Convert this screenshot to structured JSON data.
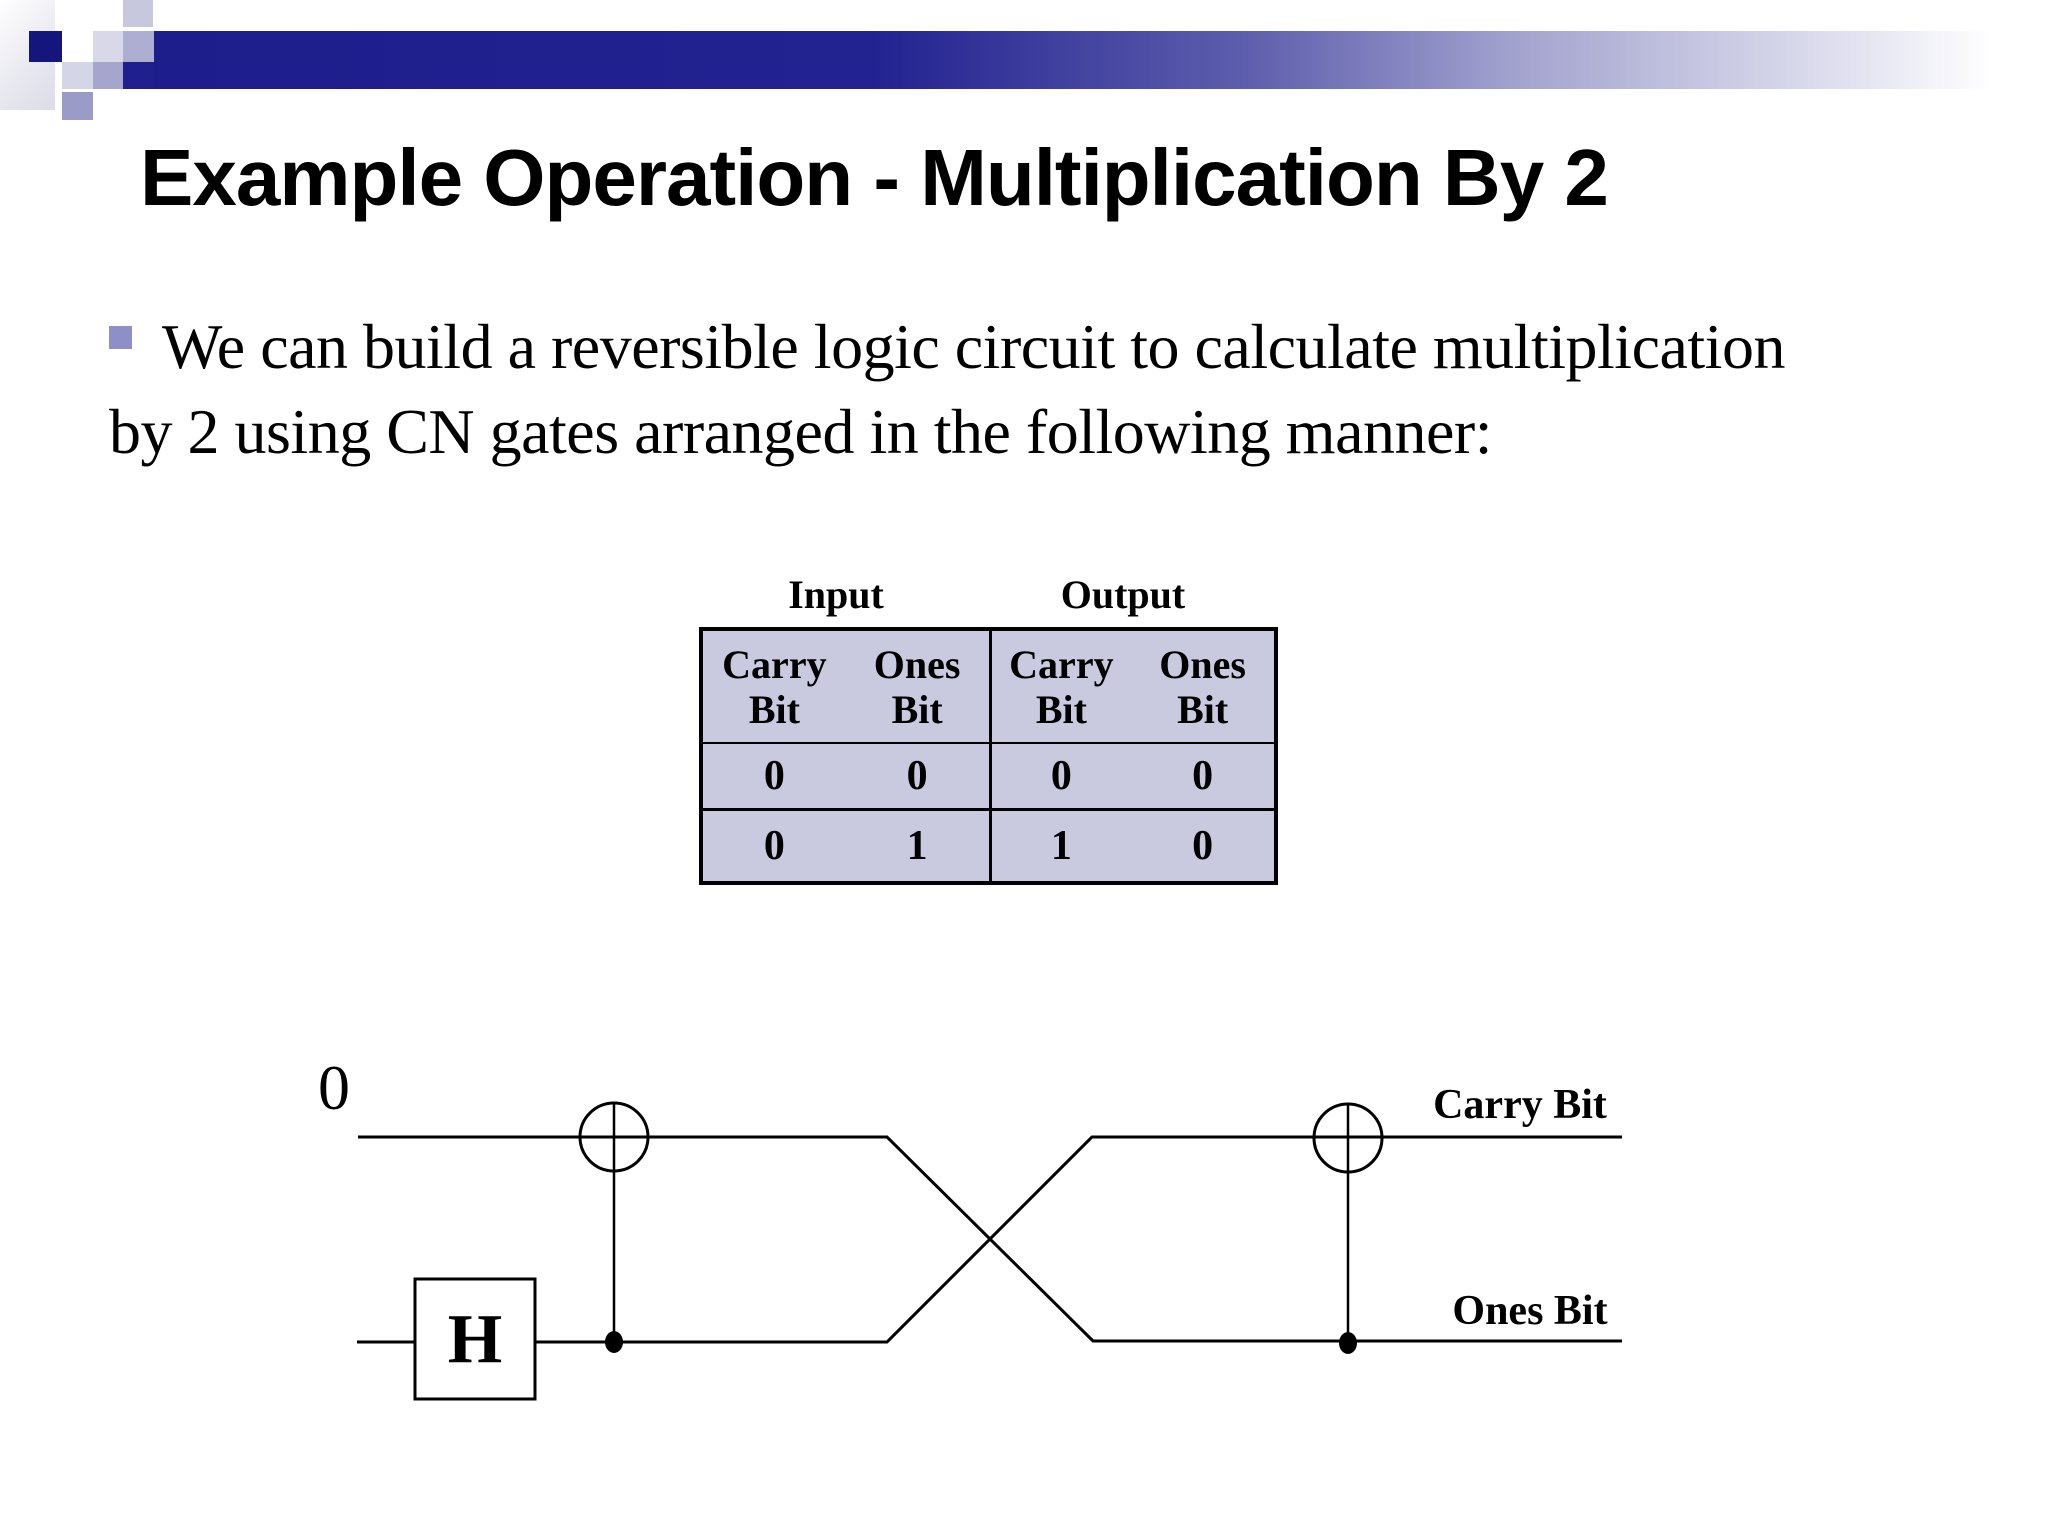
{
  "slide": {
    "title": "Example Operation - Multiplication By 2",
    "body": {
      "line1": "We can build a reversible logic circuit to calculate multiplication",
      "line2": "by 2 using CN gates arranged in the following manner:"
    }
  },
  "truth_table": {
    "group_headers": {
      "input": "Input",
      "output": "Output"
    },
    "column_headers": [
      "Carry Bit",
      "Ones Bit",
      "Carry Bit",
      "Ones Bit"
    ],
    "rows": [
      [
        "0",
        "0",
        "0",
        "0"
      ],
      [
        "0",
        "1",
        "1",
        "0"
      ]
    ]
  },
  "circuit": {
    "input_label": "0",
    "hadamard_label": "H",
    "carry_bit_label": "Carry Bit",
    "ones_bit_label": "Ones Bit"
  },
  "colors": {
    "banner_navy": "#1d1d8c",
    "banner_square_navy": "#15157e",
    "banner_square_lavender": "#aeaed3",
    "bullet_square": "#8f8fc7",
    "table_fill": "#c9c9e0",
    "line_color": "#000000"
  }
}
